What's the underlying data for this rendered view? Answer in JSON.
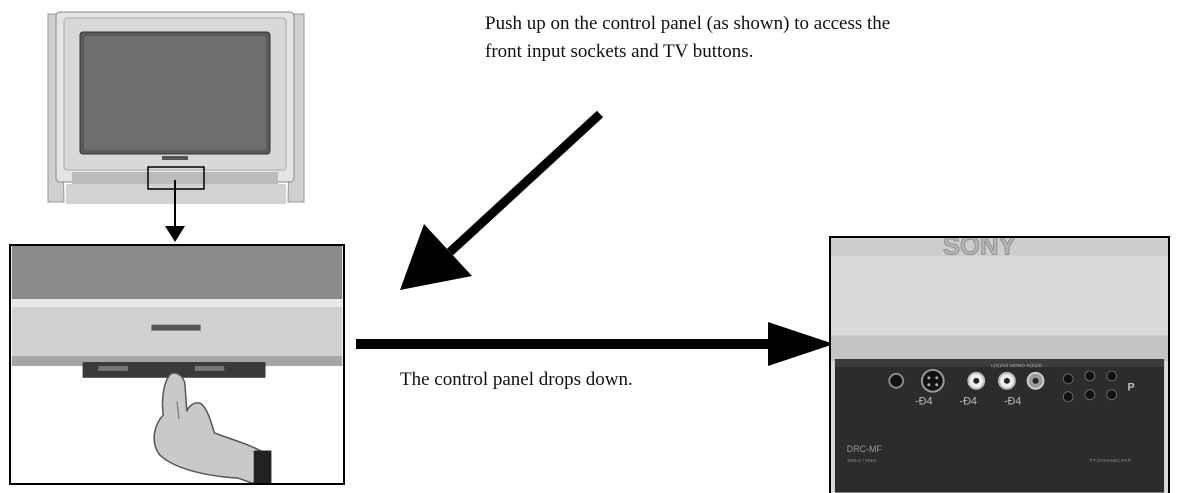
{
  "instruction_text": "Push up on the control panel (as shown) to access the front input sockets and TV buttons.",
  "caption_text": "The control panel drops down.",
  "panel_brand": "SONY",
  "panel_labels": {
    "svideo_input": "-Ð4",
    "video_input": "-Ð4",
    "audio_input": "-Ð4",
    "audio_l_mono": "L(G)/S/I MONO",
    "audio_r": "R(D)/D",
    "program_label": "P",
    "model_label": "DRC-MF",
    "model_sub": "100Hz / 50Hz",
    "feature_label": "FT DYNAMIC PAP"
  },
  "colors": {
    "line": "#000000",
    "photo_light": "#d6d6d6",
    "photo_dark": "#2a2a2a"
  }
}
